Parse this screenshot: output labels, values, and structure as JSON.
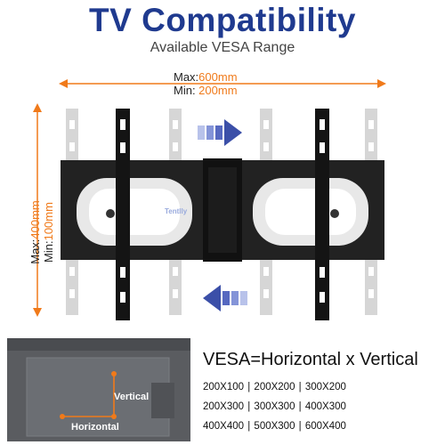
{
  "title": "TV Compatibility",
  "subtitle": "Available VESA Range",
  "horizontal": {
    "max_label": "Max:",
    "max_value": "600mm",
    "min_label": "Min: ",
    "min_value": "200mm"
  },
  "vertical": {
    "max_label": "Max:",
    "max_value": "400mm",
    "min_label": "Min:",
    "min_value": "100mm"
  },
  "brand": "Tentlly",
  "vesa_formula": "VESA=Horizontal x Vertical",
  "vesa_sizes": [
    "200X100 | 200X200 | 300X200",
    "200X300 | 300X300 | 400X300",
    "400X400 | 500X300 | 600X400"
  ],
  "tv_labels": {
    "vertical": "Vertical",
    "horizontal": "Horizontal"
  },
  "colors": {
    "title": "#1f3a8f",
    "accent": "#f07a1a",
    "arrow": "#3b4fa8",
    "bracket": "#1a1a1a",
    "ghost": "#d4d4d4"
  },
  "icons": [
    "arrow-right-icon",
    "arrow-left-icon"
  ]
}
